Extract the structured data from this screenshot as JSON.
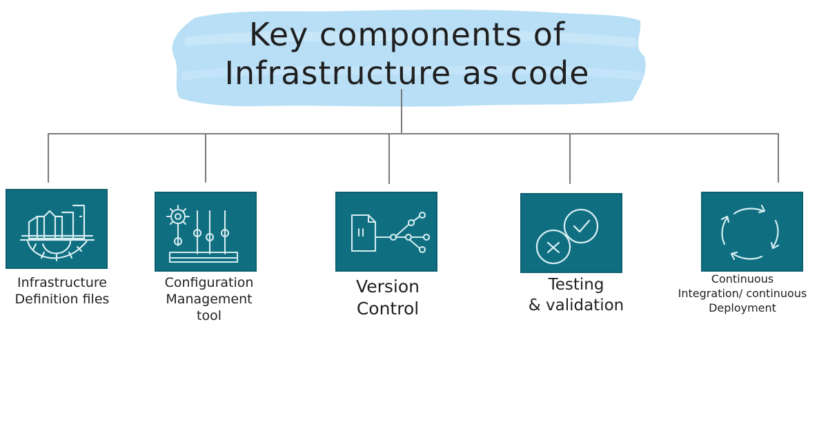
{
  "title": {
    "line1": "Key components of",
    "line2": "Infrastructure as code"
  },
  "components": [
    {
      "id": "infrastructure-definition-files",
      "label_line1": "Infrastructure",
      "label_line2": "Definition files",
      "icon": "infrastructure-icon"
    },
    {
      "id": "configuration-management-tool",
      "label_line1": "Configuration",
      "label_line2": "Management",
      "label_line3": "tool",
      "icon": "configuration-tool-icon"
    },
    {
      "id": "version-control",
      "label_line1": "Version",
      "label_line2": "Control",
      "icon": "version-control-icon"
    },
    {
      "id": "testing-validation",
      "label_line1": "Testing",
      "label_line2": "& validation",
      "icon": "testing-validation-icon"
    },
    {
      "id": "continuous-integration-deployment",
      "label_line1": "Continuous",
      "label_line2": "Integration/ continuous",
      "label_line3": "Deployment",
      "icon": "cycle-arrows-icon"
    }
  ],
  "colors": {
    "title_highlight": "#b7def6",
    "card_fill": "#0f6e80",
    "connector_line": "#777777",
    "text": "#1f1f1f"
  }
}
